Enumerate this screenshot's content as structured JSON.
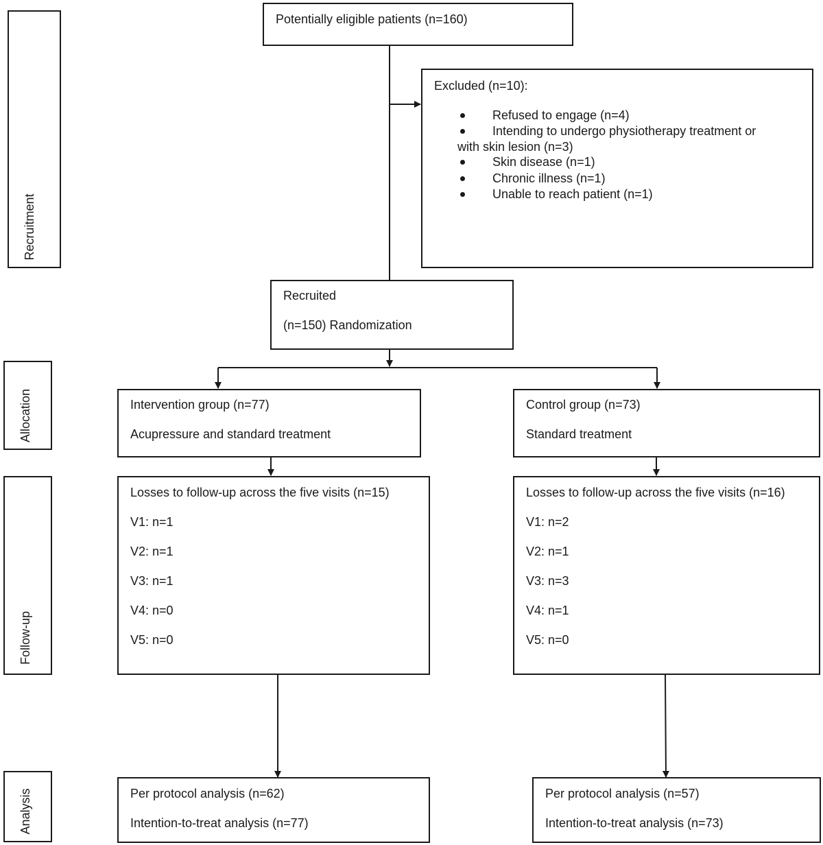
{
  "stages": {
    "recruitment": "Recruitment",
    "allocation": "Allocation",
    "follow_up": "Follow-up",
    "analysis": "Analysis"
  },
  "eligible": {
    "text": "Potentially eligible patients (n=160)"
  },
  "excluded": {
    "title": "Excluded (n=10):",
    "items": [
      "Refused to engage (n=4)",
      "Intending to undergo physiotherapy treatment or",
      "with skin lesion (n=3)",
      "Skin disease (n=1)",
      "Chronic illness (n=1)",
      "Unable to reach patient (n=1)"
    ]
  },
  "recruited": {
    "line1": "Recruited",
    "line2": "(n=150) Randomization"
  },
  "intervention": {
    "line1": "Intervention group (n=77)",
    "line2": "Acupressure and standard treatment",
    "followup_title": "Losses to follow-up across the five visits (n=15)",
    "visits": [
      "V1: n=1",
      "V2: n=1",
      "V3: n=1",
      "V4: n=0",
      "V5: n=0"
    ],
    "analysis_line1": "Per protocol analysis (n=62)",
    "analysis_line2": "Intention-to-treat analysis (n=77)"
  },
  "control": {
    "line1": "Control group (n=73)",
    "line2": "Standard treatment",
    "followup_title": "Losses to follow-up across the five visits (n=16)",
    "visits": [
      "V1: n=2",
      "V2: n=1",
      "V3: n=3",
      "V4: n=1",
      "V5: n=0"
    ],
    "analysis_line1": "Per protocol analysis (n=57)",
    "analysis_line2": "Intention-to-treat analysis (n=73)"
  }
}
